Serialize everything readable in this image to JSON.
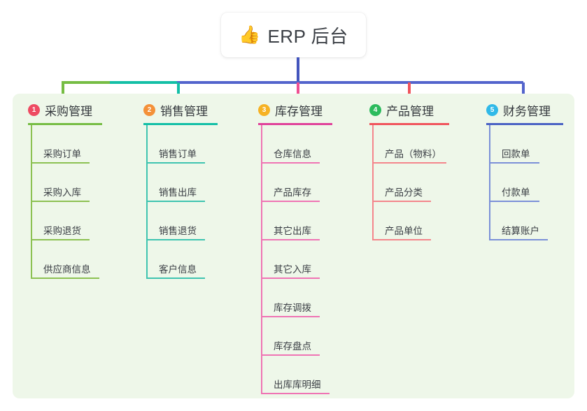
{
  "root": {
    "emoji": "👍",
    "emoji_name": "thumbs-up-icon",
    "title": "ERP 后台"
  },
  "colors": {
    "panel_bg": "#eef7e9",
    "stem": "#4355bd",
    "bar_green": "#76bd44",
    "bar_teal": "#13bfa6",
    "bar_blue": "#5364cc",
    "drop_pink": "#ef4f92",
    "drop_red": "#f0545c"
  },
  "branches": [
    {
      "index": "1",
      "label": "采购管理",
      "badge_color": "#ee4b62",
      "rule_color": "#76bd44",
      "line_color": "#8cc152",
      "rule_width": 106,
      "items": [
        {
          "label": "采购订单",
          "width": 84
        },
        {
          "label": "采购入库",
          "width": 84
        },
        {
          "label": "采购退货",
          "width": 84
        },
        {
          "label": "供应商信息",
          "width": 98
        }
      ]
    },
    {
      "index": "2",
      "label": "销售管理",
      "badge_color": "#f49139",
      "rule_color": "#13bfa6",
      "line_color": "#3fc4b0",
      "rule_width": 106,
      "items": [
        {
          "label": "销售订单",
          "width": 84
        },
        {
          "label": "销售出库",
          "width": 84
        },
        {
          "label": "销售退货",
          "width": 84
        },
        {
          "label": "客户信息",
          "width": 84
        }
      ]
    },
    {
      "index": "3",
      "label": "库存管理",
      "badge_color": "#f6b224",
      "rule_color": "#e0419a",
      "line_color": "#ef74b4",
      "rule_width": 106,
      "items": [
        {
          "label": "仓库信息",
          "width": 84
        },
        {
          "label": "产品库存",
          "width": 84
        },
        {
          "label": "其它出库",
          "width": 84
        },
        {
          "label": "其它入库",
          "width": 84
        },
        {
          "label": "库存调拨",
          "width": 84
        },
        {
          "label": "库存盘点",
          "width": 84
        },
        {
          "label": "出库库明细",
          "width": 98
        }
      ]
    },
    {
      "index": "4",
      "label": "产品管理",
      "badge_color": "#2cbb5d",
      "rule_color": "#f0545c",
      "line_color": "#f4868c",
      "rule_width": 114,
      "items": [
        {
          "label": "产品（物料）",
          "width": 106
        },
        {
          "label": "产品分类",
          "width": 84
        },
        {
          "label": "产品单位",
          "width": 84
        }
      ]
    },
    {
      "index": "5",
      "label": "财务管理",
      "badge_color": "#30b9e8",
      "rule_color": "#4a62c4",
      "line_color": "#7b90d8",
      "rule_width": 110,
      "items": [
        {
          "label": "回款单",
          "width": 72
        },
        {
          "label": "付款单",
          "width": 72
        },
        {
          "label": "结算账户",
          "width": 84
        }
      ]
    }
  ]
}
